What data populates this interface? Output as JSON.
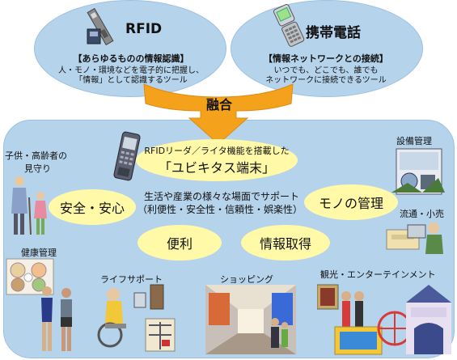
{
  "rfid": {
    "title": "RFID",
    "subtitle": "【あらゆるものの情報認識】",
    "desc_line1": "人・モノ・環境などを電子的に把握し、",
    "desc_line2": "「情報」として認識するツール"
  },
  "phone": {
    "title": "携帯電話",
    "subtitle": "【情報ネットワークとの接続】",
    "desc_line1": "いつでも、どこでも、誰でも",
    "desc_line2": "ネットワークに接続できるツール"
  },
  "fusion": {
    "label": "融合"
  },
  "terminal": {
    "line1": "RFIDリーダ／ライタ機能を搭載した",
    "line2": "「ユビキタス端末」"
  },
  "center": {
    "line1": "生活や産業の様々な場面でサポート",
    "line2": "（利便性・安全性・信頼性・娯楽性）"
  },
  "ovals": {
    "safety": "安全・安心",
    "goods": "モノの管理",
    "convenience": "便利",
    "info": "情報取得"
  },
  "labels": {
    "children_line1": "子供・高齢者の",
    "children_line2": "見守り",
    "equipment": "設備管理",
    "distribution": "流通・小売",
    "health": "健康管理",
    "life_support": "ライフサポート",
    "shopping": "ショッピング",
    "tourism": "観光・エンターテインメント"
  },
  "colors": {
    "panel": "#b6d3ec",
    "arrow": "#f4a21c",
    "oval_fill": "#fff9a8"
  }
}
